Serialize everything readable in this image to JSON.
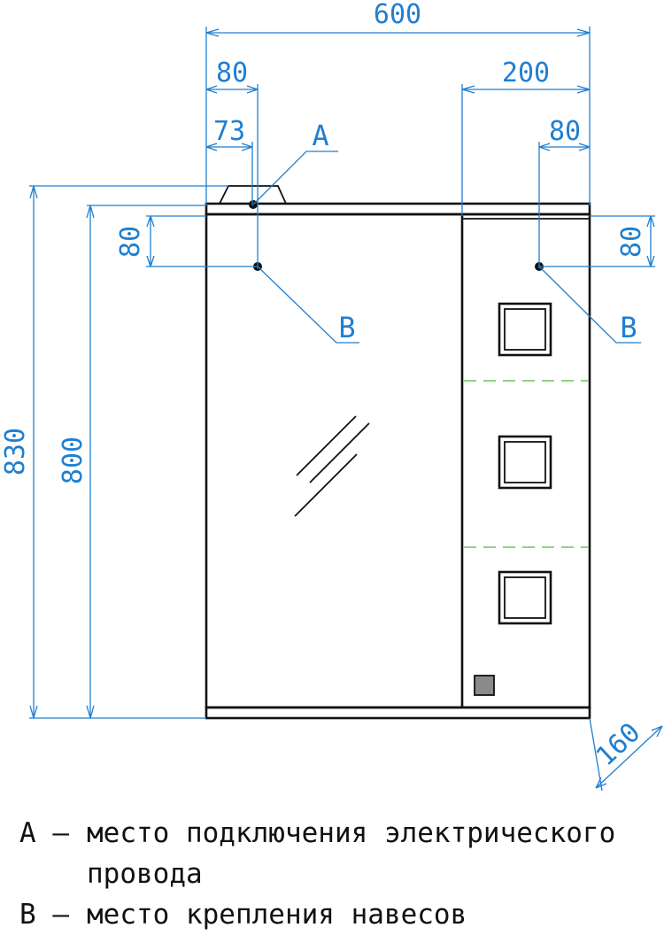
{
  "dimensions": {
    "overall_width": "600",
    "left_offset_80": "80",
    "left_offset_73": "73",
    "right_section": "200",
    "right_offset_80": "80",
    "left_vertical_80": "80",
    "right_vertical_80": "80",
    "overall_height": "830",
    "cabinet_height": "800",
    "depth": "160"
  },
  "callouts": {
    "a_label": "A",
    "b_left_label": "B",
    "b_right_label": "B"
  },
  "legend": [
    {
      "key": "А –",
      "text": "место подключения электрического провода"
    },
    {
      "key": "В –",
      "text": "место крепления навесов"
    }
  ],
  "colors": {
    "dimension": "#1f7fd1",
    "outline": "#111111",
    "shelf": "#6cc35a"
  }
}
